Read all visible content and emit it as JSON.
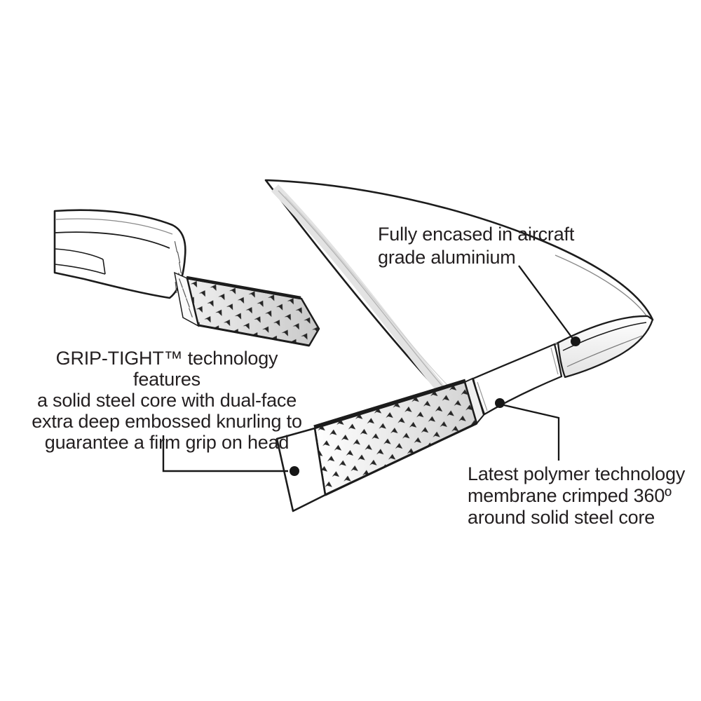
{
  "annotations": {
    "aluminium": {
      "label": "Fully encased in aircraft\ngrade aluminium"
    },
    "grip_tight": {
      "label": "GRIP-TIGHT™ technology features\na solid steel core with dual-face\nextra deep embossed knurling to\nguarantee a firm grip on head"
    },
    "polymer": {
      "label": "Latest polymer technology\nmembrane crimped 360º\naround solid steel core"
    }
  },
  "colors": {
    "ink": "#1c1c1c",
    "text": "#231f20",
    "background": "#ffffff",
    "shade": "#d9d9d9"
  }
}
